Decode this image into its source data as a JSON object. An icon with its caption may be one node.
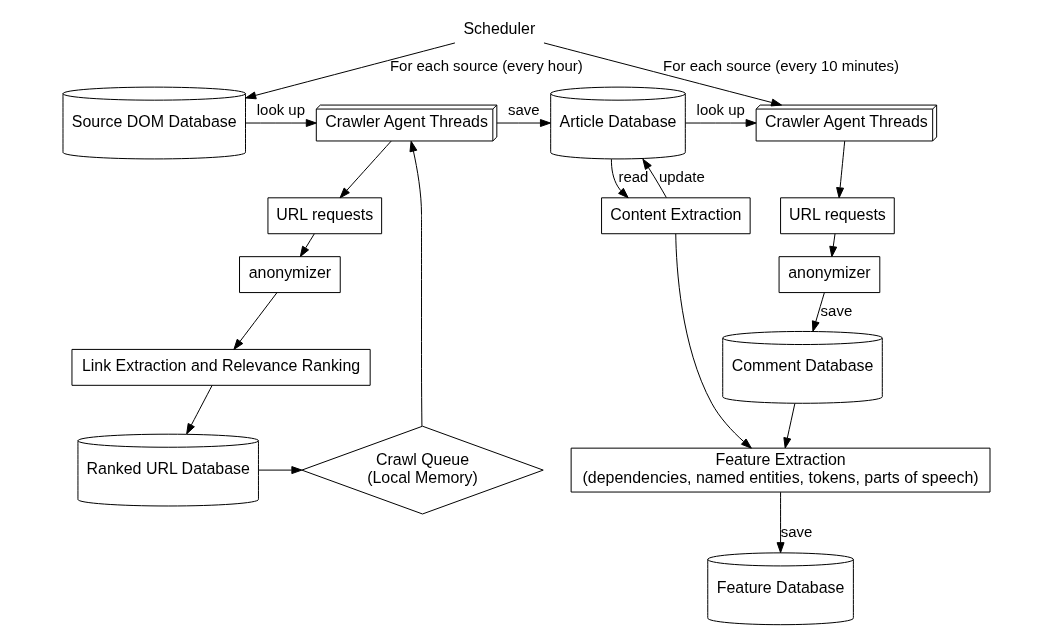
{
  "diagram": {
    "nodes": [
      {
        "text": [
          "Scheduler"
        ]
      },
      {
        "text": [
          "Source DOM Database"
        ]
      },
      {
        "text": [
          "Crawler Agent Threads"
        ]
      },
      {
        "text": [
          "URL requests"
        ]
      },
      {
        "text": [
          "anonymizer"
        ]
      },
      {
        "text": [
          "Link Extraction and Relevance Ranking"
        ]
      },
      {
        "text": [
          "Ranked URL Database"
        ]
      },
      {
        "text": [
          "Crawl Queue",
          "(Local Memory)"
        ]
      },
      {
        "text": [
          "Article Database"
        ]
      },
      {
        "text": [
          "Crawler Agent Threads"
        ]
      },
      {
        "text": [
          "URL requests"
        ]
      },
      {
        "text": [
          "anonymizer"
        ]
      },
      {
        "text": [
          "Comment Database"
        ]
      },
      {
        "text": [
          "Content Extraction"
        ]
      },
      {
        "text": [
          "Feature Extraction",
          "(dependencies, named entities, tokens, parts of speech)"
        ]
      },
      {
        "text": [
          "Feature Database"
        ]
      }
    ],
    "edges": [
      {
        "from": 0,
        "to": 1,
        "arrow": "to",
        "label": "For each source (every hour)"
      },
      {
        "from": 0,
        "to": 9,
        "arrow": "to",
        "label": "For each source (every 10 minutes)"
      },
      {
        "from": 1,
        "to": 2,
        "arrow": "to",
        "label": "look up"
      },
      {
        "from": 2,
        "to": 3,
        "arrow": "to"
      },
      {
        "from": 3,
        "to": 4,
        "arrow": "to"
      },
      {
        "from": 4,
        "to": 5,
        "arrow": "to"
      },
      {
        "from": 5,
        "to": 6,
        "arrow": "to"
      },
      {
        "from": 6,
        "to": 7,
        "arrow": "to"
      },
      {
        "from": 7,
        "to": 2,
        "arrow": "to"
      },
      {
        "from": 2,
        "to": 8,
        "arrow": "to",
        "label": "save"
      },
      {
        "from": 8,
        "to": 9,
        "arrow": "to",
        "label": "look up"
      },
      {
        "from": 9,
        "to": 10,
        "arrow": "to"
      },
      {
        "from": 10,
        "to": 11,
        "arrow": "to"
      },
      {
        "from": 11,
        "to": 12,
        "arrow": "to",
        "label": "save"
      },
      {
        "from": 8,
        "to": 13,
        "arrow": "to",
        "label": "read"
      },
      {
        "from": 13,
        "to": 8,
        "arrow": "to",
        "label": "update"
      },
      {
        "from": 13,
        "to": 14,
        "arrow": "to"
      },
      {
        "from": 12,
        "to": 14,
        "arrow": "to"
      },
      {
        "from": 14,
        "to": 15,
        "arrow": "to",
        "label": "save"
      }
    ]
  }
}
